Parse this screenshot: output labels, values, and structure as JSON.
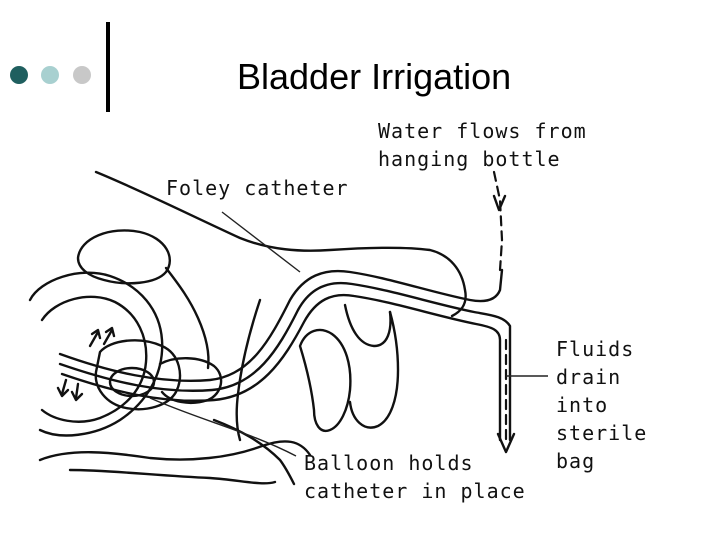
{
  "slide": {
    "title": "Bladder Irrigation",
    "bullet_colors": [
      "#1f5f5f",
      "#a8d0d0",
      "#c8c8c8"
    ]
  },
  "diagram": {
    "labels": {
      "water_line1": "Water flows from",
      "water_line2": "hanging bottle",
      "foley": "Foley catheter",
      "fluids_line1": "Fluids",
      "fluids_line2": "drain",
      "fluids_line3": "into",
      "fluids_line4": "sterile",
      "fluids_line5": "bag",
      "balloon_line1": "Balloon holds",
      "balloon_line2": "catheter in place"
    }
  }
}
